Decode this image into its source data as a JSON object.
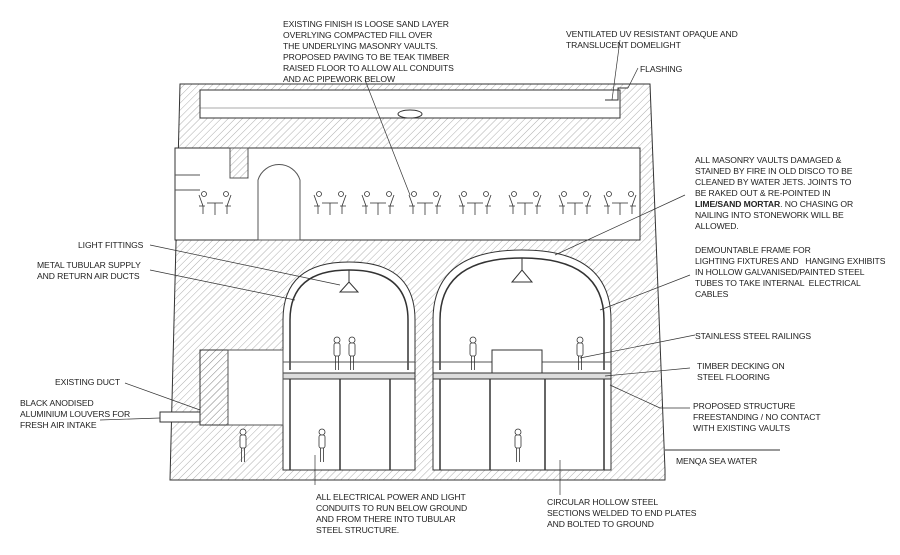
{
  "annotations": {
    "existing_finish": "EXISTING FINISH IS LOOSE SAND LAYER\nOVERLYING COMPACTED FILL OVER\nTHE UNDERLYING MASONRY VAULTS.\nPROPOSED PAVING TO BE TEAK TIMBER\nRAISED FLOOR TO ALLOW ALL CONDUITS\nAND AC PIPEWORK BELOW",
    "domelight": "VENTILATED UV RESISTANT OPAQUE AND\nTRANSLUCENT DOMELIGHT",
    "flashing": "FLASHING",
    "masonry_vaults_a": "ALL MASONRY VAULTS DAMAGED &\nSTAINED BY FIRE IN OLD DISCO TO BE\nCLEANED BY WATER JETS. JOINTS TO\nBE RAKED OUT & RE-POINTED IN",
    "masonry_vaults_bold": "LIME/SAND MORTAR",
    "masonry_vaults_b": ". NO CHASING OR\nNAILING INTO STONEWORK WILL BE\nALLOWED.",
    "demountable_frame": "DEMOUNTABLE FRAME FOR\nLIGHTING FIXTURES AND   HANGING EXHIBITS\nIN HOLLOW GALVANISED/PAINTED STEEL\nTUBES TO TAKE INTERNAL  ELECTRICAL\nCABLES",
    "light_fittings": "LIGHT FITTINGS",
    "air_ducts": "METAL TUBULAR SUPPLY\nAND RETURN AIR DUCTS",
    "existing_duct": "EXISTING DUCT",
    "louvers": "BLACK ANODISED\nALUMINIUM LOUVERS FOR\nFRESH AIR INTAKE",
    "railings": "STAINLESS STEEL RAILINGS",
    "timber_decking": "TIMBER DECKING ON\nSTEEL FLOORING",
    "proposed_structure": "PROPOSED STRUCTURE\nFREESTANDING / NO CONTACT\nWITH EXISTING VAULTS",
    "sea_water": "MENQA SEA WATER",
    "electrical_conduits": "ALL ELECTRICAL POWER AND LIGHT\nCONDUITS TO RUN BELOW GROUND\nAND FROM THERE INTO TUBULAR\nSTEEL STRUCTURE.",
    "hollow_steel": "CIRCULAR HOLLOW STEEL\nSECTIONS WELDED TO END PLATES\nAND BOLTED TO GROUND"
  }
}
